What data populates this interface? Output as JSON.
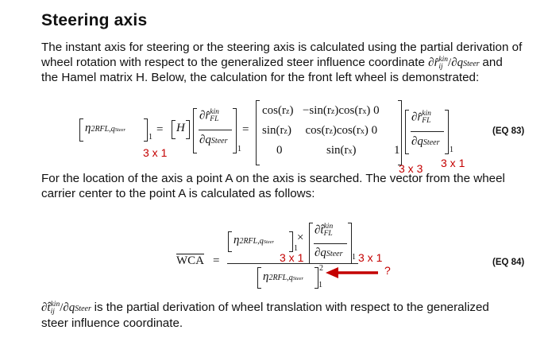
{
  "heading": "Steering axis",
  "intro": {
    "line1": "The instant axis for steering or the steering axis is calculated using the partial derivation of",
    "line2_a": "wheel rotation with respect to the generalized steer influence coordinate",
    "line2_b": "and",
    "line3": "the Hamel matrix H. Below, the calculation for the front left wheel is demonstrated:"
  },
  "symbols": {
    "partial": "∂",
    "r_hat": "r̂",
    "t_hat": "t̂",
    "kin": "kin",
    "ij": "ij",
    "FL": "FL",
    "q": "q",
    "steer": "Steer",
    "slash": "/",
    "eta": "η",
    "sub_2rfl": "2RFL,",
    "sub_qsteer": "q",
    "sub_steer_small": "Steer",
    "one": "1",
    "two": "2",
    "H": "H",
    "equals": "=",
    "times": "×",
    "wca": "WCA"
  },
  "eq83": {
    "label": "(EQ 83)",
    "matrix": [
      [
        "cos(r",
        "z",
        ")",
        "−sin(r",
        "z",
        ")cos(r",
        "x",
        ")",
        "0"
      ],
      [
        "sin(r",
        "z",
        ")",
        "cos(r",
        "z",
        ")cos(r",
        "x",
        ")",
        "0"
      ],
      [
        "0",
        "sin(r",
        "x",
        ")",
        "1"
      ]
    ],
    "dim_lhs": "3 x 1",
    "dim_matrix": "3 x 3",
    "dim_rhs": "3 x 1"
  },
  "middle": {
    "line1": "For the location of the axis a point A on the axis is searched. The vector from the wheel",
    "line2": "carrier center to the point A is calculated as follows:"
  },
  "eq84": {
    "label": "(EQ 84)",
    "dim_a": "3 x 1",
    "dim_b": "3 x 1",
    "question": "?"
  },
  "closing": {
    "line1_b": "is the partial derivation of wheel translation with respect to the generalized",
    "line2": "steer influence coordinate."
  },
  "colors": {
    "annotation": "#c40000",
    "text": "#111111"
  }
}
